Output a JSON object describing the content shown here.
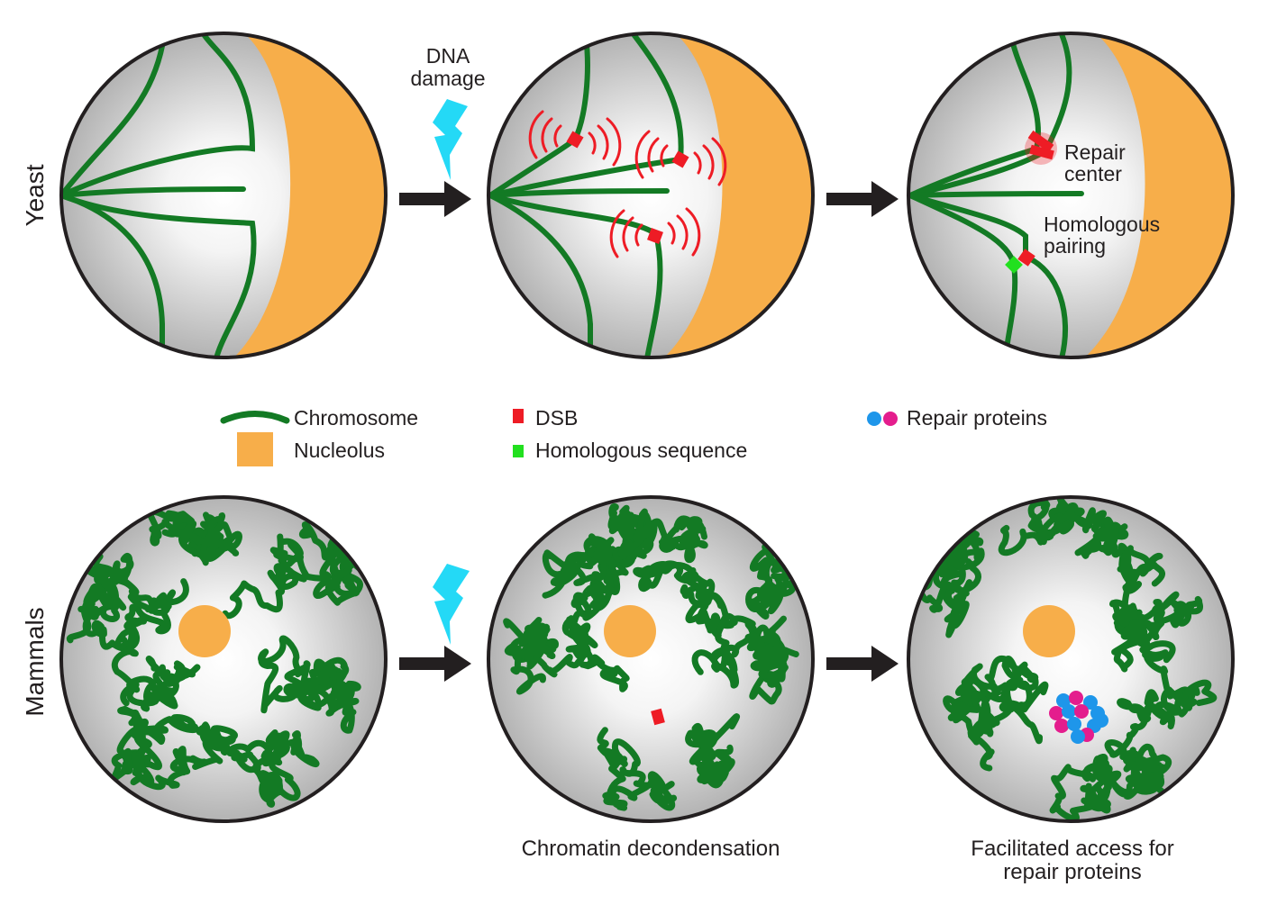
{
  "rows": {
    "yeast": "Yeast",
    "mammals": "Mammals"
  },
  "trigger": {
    "line1": "DNA",
    "line2": "damage"
  },
  "yeast_panel3": {
    "repair_center_line1": "Repair",
    "repair_center_line2": "center",
    "homologous_pairing_line1": "Homologous",
    "homologous_pairing_line2": "pairing"
  },
  "legend": {
    "chromosome": "Chromosome",
    "nucleolus": "Nucleolus",
    "dsb": "DSB",
    "homologous_sequence": "Homologous sequence",
    "repair_proteins": "Repair proteins"
  },
  "captions": {
    "middle": "Chromatin decondensation",
    "right_line1": "Facilitated access for",
    "right_line2": "repair proteins"
  },
  "colors": {
    "chromosome": "#137a24",
    "nucleolus": "#f7ae4a",
    "dsb": "#ee1c25",
    "homologous_sequence": "#22e01f",
    "repair_protein_blue": "#1e96ea",
    "repair_protein_magenta": "#e41d8d",
    "lightning": "#24d9f6",
    "arrow": "#231f20"
  }
}
